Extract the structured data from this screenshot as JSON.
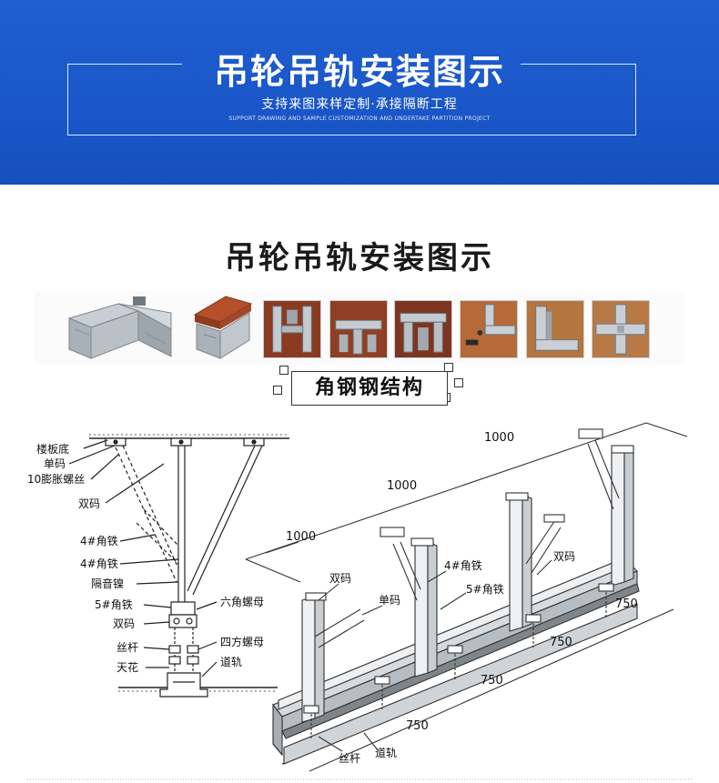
{
  "header": {
    "title": "吊轮吊轨安装图示",
    "subtitle": "支持来图来样定制·承接隔断工程",
    "subtitle_en": "SUPPORT DRAWING AND SAMPLE CUSTOMIZATION AND UNDERTAKE PARTITION PROJECT"
  },
  "section": {
    "title": "吊轮吊轨安装图示"
  },
  "structure_label": "角钢钢结构",
  "side_labels": {
    "floor_base": "楼板底",
    "single_code": "单码",
    "expansion_screw": "10膨胀螺丝",
    "double_code": "双码",
    "angle_iron_4a": "4#角铁",
    "angle_iron_4b": "4#角铁",
    "sound_insulation": "隔音镍",
    "angle_iron_5": "5#角铁",
    "double_code_2": "双码",
    "hex_nut": "六角螺母",
    "lead_screw": "丝杆",
    "square_nut": "四方螺母",
    "ceiling": "天花",
    "rail": "道轨"
  },
  "iso_labels": {
    "dim_1000_a": "1000",
    "dim_1000_b": "1000",
    "dim_1000_c": "1000",
    "dim_750_a": "750",
    "dim_750_b": "750",
    "dim_750_c": "750",
    "dim_750_d": "750",
    "double_code_left": "双码",
    "single_code": "单码",
    "angle_iron_4": "4#角铁",
    "angle_iron_5": "5#角铁",
    "double_code_right": "双码",
    "lead_screw": "丝杆",
    "rail": "道轨"
  },
  "colors": {
    "header_blue": "#1a56c7",
    "rust": "#b5502a",
    "steel": "#9aa3ab"
  }
}
